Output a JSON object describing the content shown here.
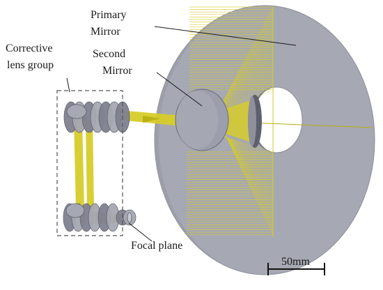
{
  "labels": {
    "primary_mirror": [
      "Primary",
      "Mirror"
    ],
    "second_mirror": [
      "Second",
      "Mirror"
    ],
    "corrective_lens_group": [
      "Corrective",
      "lens group"
    ],
    "focal_plane": "Focal plane",
    "scale_bar": "50mm"
  },
  "colors": {
    "mirror_fill": "#a6a8b3",
    "mirror_dark": "#7f8190",
    "ray": "#d6cc2a",
    "ray_dark": "#b8ae10",
    "box_stroke": "#555555",
    "text": "#1a1a1a"
  }
}
